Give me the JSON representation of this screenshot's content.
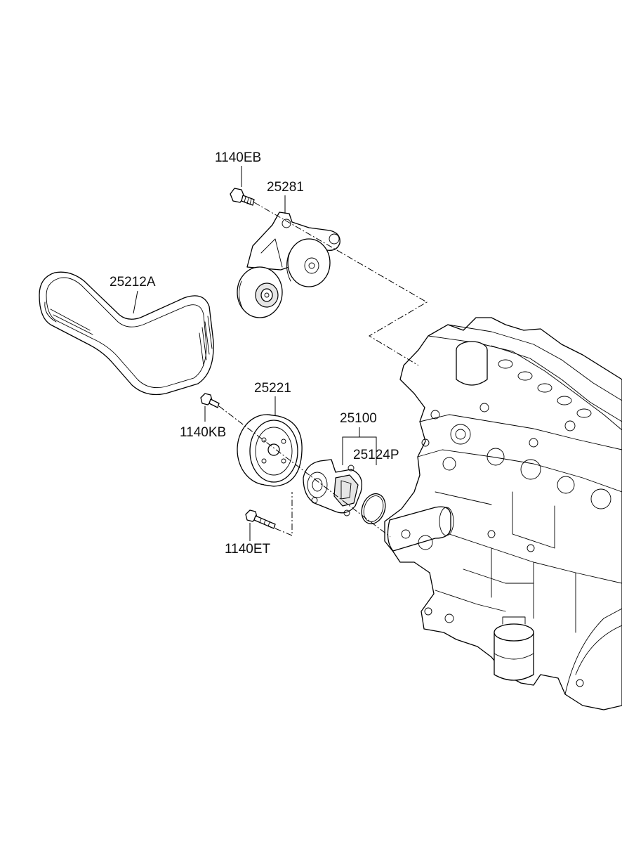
{
  "parts": {
    "bolt_1140eb": "1140EB",
    "tensioner": "25281",
    "belt": "25212A",
    "pulley": "25221",
    "bolt_1140kb": "1140KB",
    "water_pump": "25100",
    "gasket": "25124P",
    "bolt_1140et": "1140ET"
  }
}
